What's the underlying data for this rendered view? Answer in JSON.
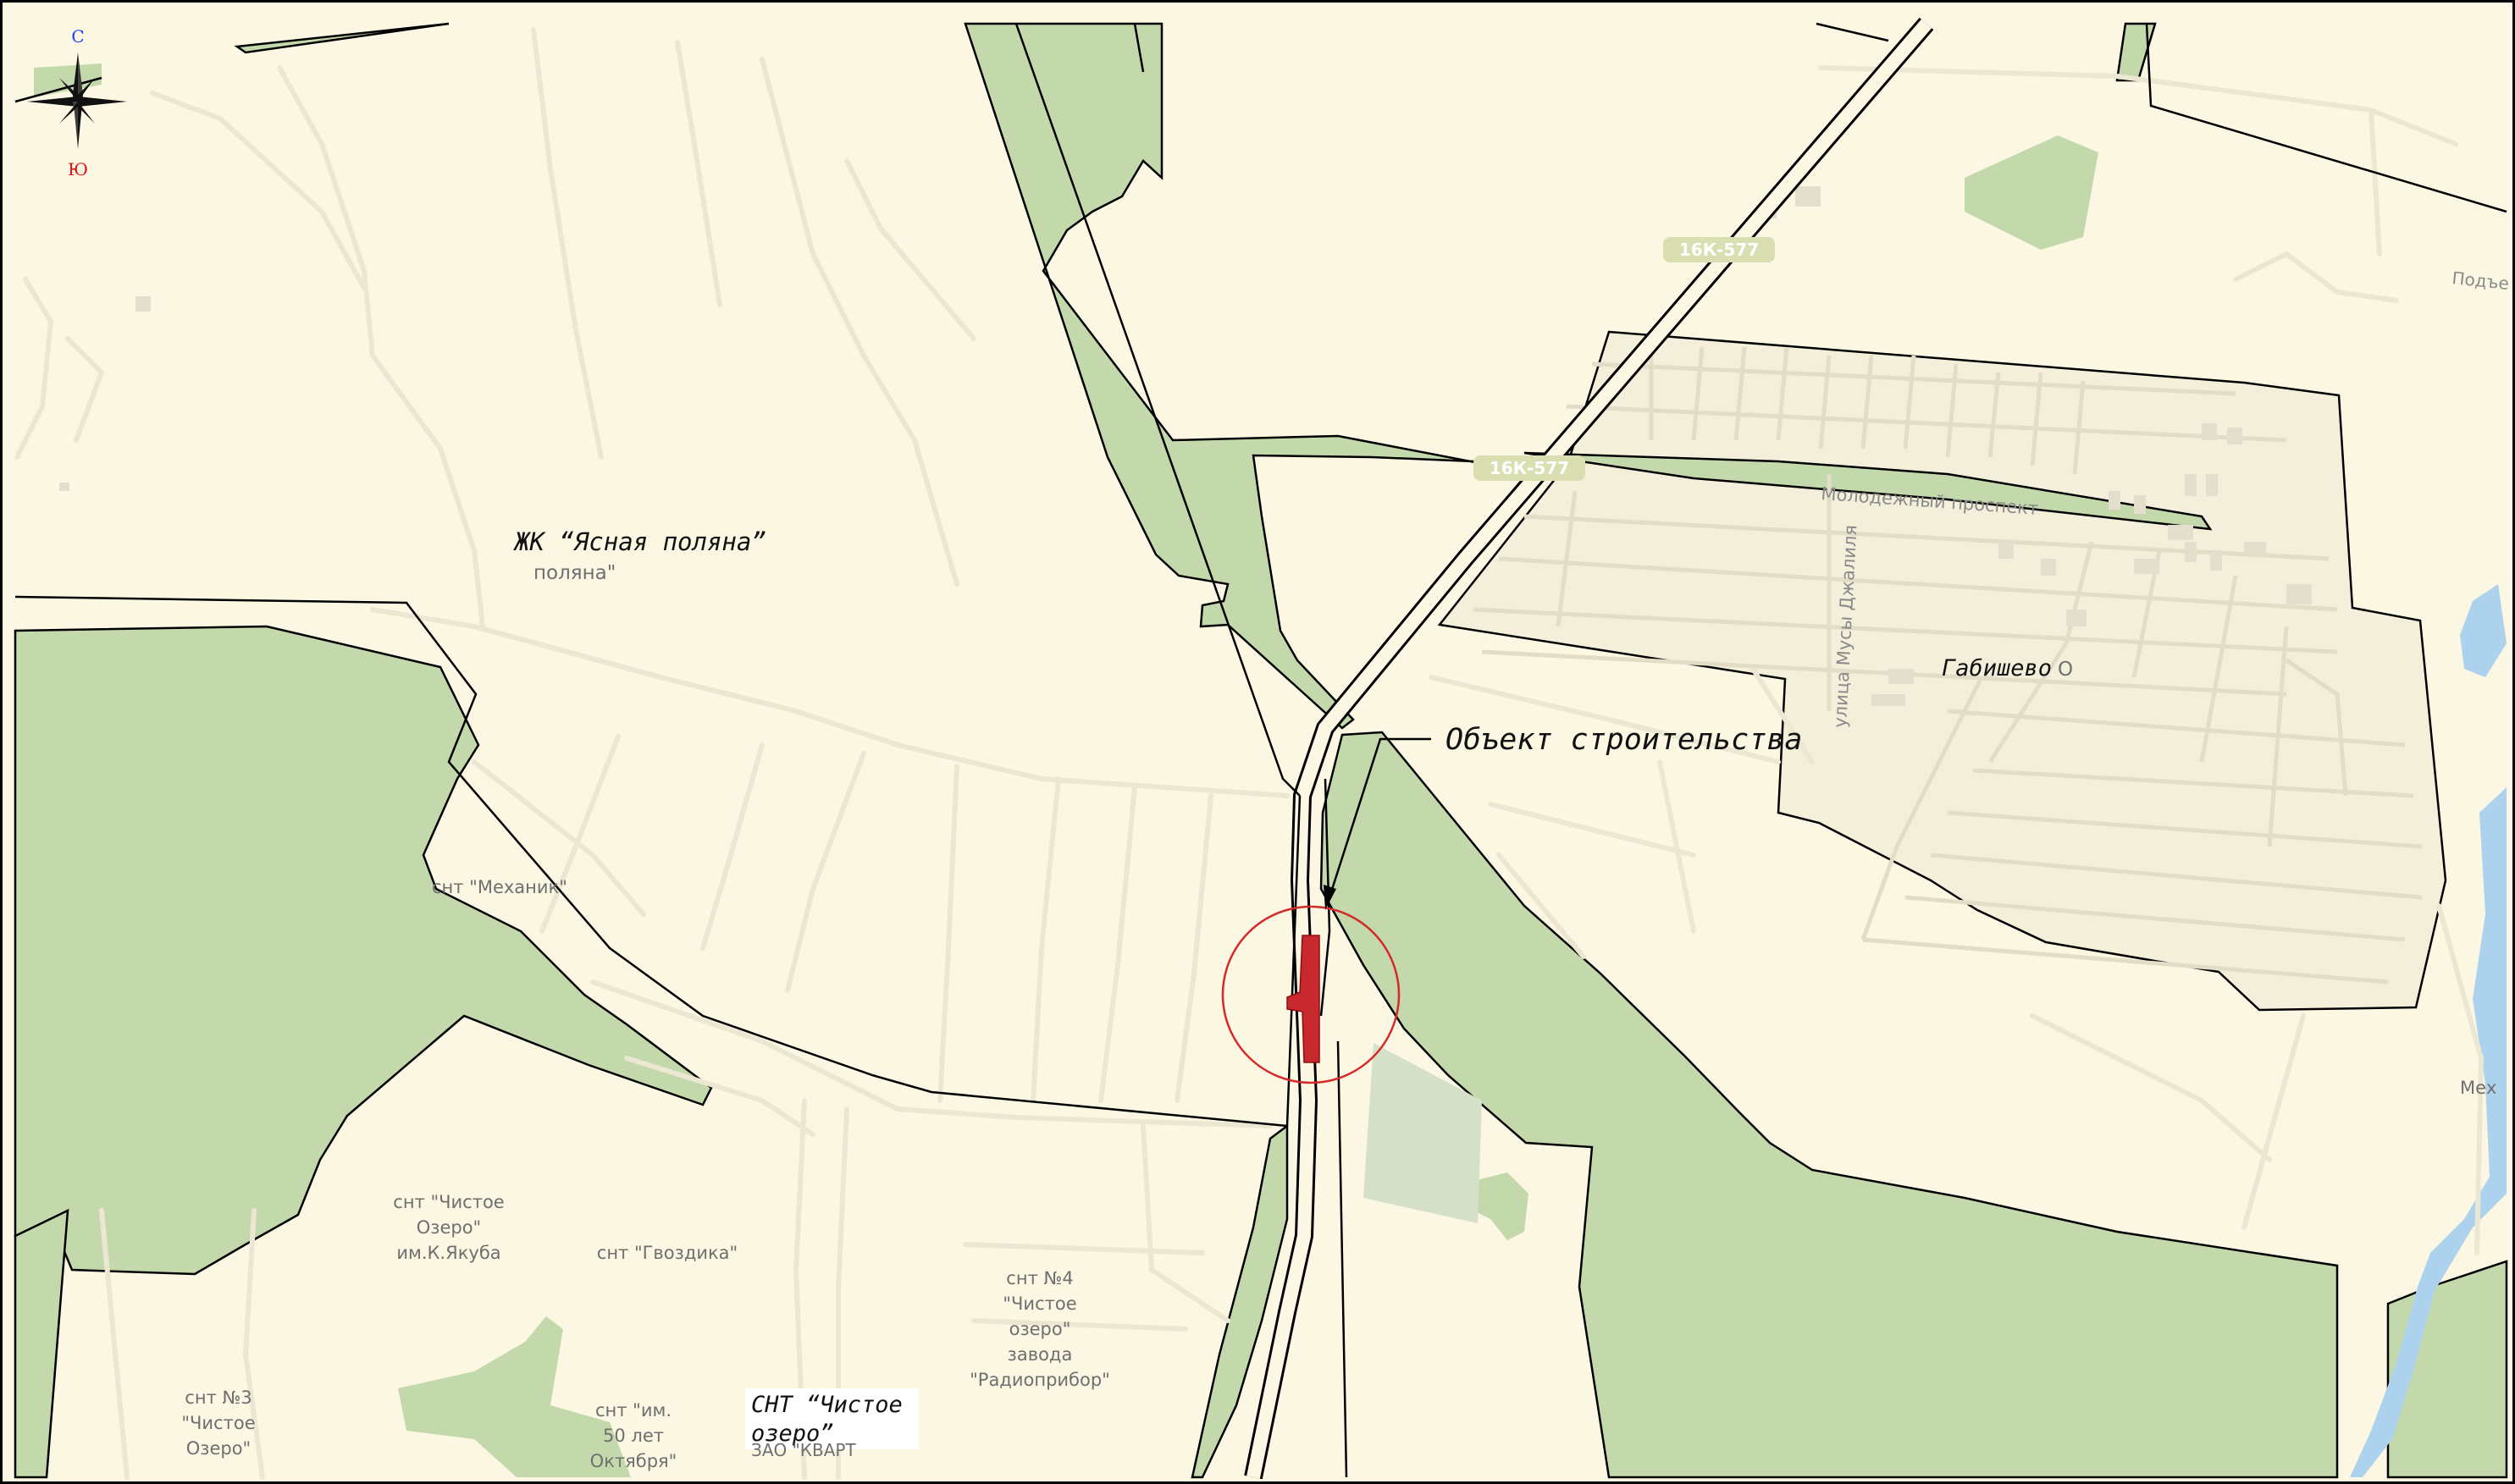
{
  "map": {
    "compass": {
      "north": "С",
      "south": "Ю"
    },
    "labels": {
      "zhk_title": "ЖК “Ясная поляна”",
      "zhk_base": "поляна\"",
      "gabishevo": "Габишево",
      "gabishevo_tail": "О",
      "object": "Объект строительства",
      "cnt_chistoe_1": "СНТ “Чистое",
      "cnt_chistoe_2": "озеро”",
      "zao_kvart": "ЗАО \"КВАРТ",
      "snt_mekhanik": "снт \"Механик\"",
      "snt_chistoe_yakub_1": "снт \"Чистое",
      "snt_chistoe_yakub_2": "Озеро\"",
      "snt_chistoe_yakub_3": "им.К.Якуба",
      "snt_gvozdika": "снт \"Гвоздика\"",
      "snt4_1": "снт №4",
      "snt4_2": "\"Чистое",
      "snt4_3": "озеро\"",
      "snt4_4": "завода",
      "snt4_5": "\"Радиоприбор\"",
      "snt3_1": "снт №3",
      "snt3_2": "\"Чистое",
      "snt3_3": "Озеро\"",
      "snt50_1": "снт \"им.",
      "snt50_2": "50 лет",
      "snt50_3": "Октября\"",
      "molodezhny": "Молодежный проспект",
      "musy": "улица Мусы Джалиля",
      "podj": "Подъе",
      "mekh": "Мех"
    },
    "road_badges": {
      "top": "16К-577",
      "mid": "16К-577"
    },
    "colors": {
      "background": "#fbf7e3",
      "village": "#f3efda",
      "forest": "#c4d9ab",
      "road": "#eae6d4",
      "water": "#acd2ee",
      "object_fill": "#c8282e",
      "circle": "#d42a2a"
    }
  }
}
